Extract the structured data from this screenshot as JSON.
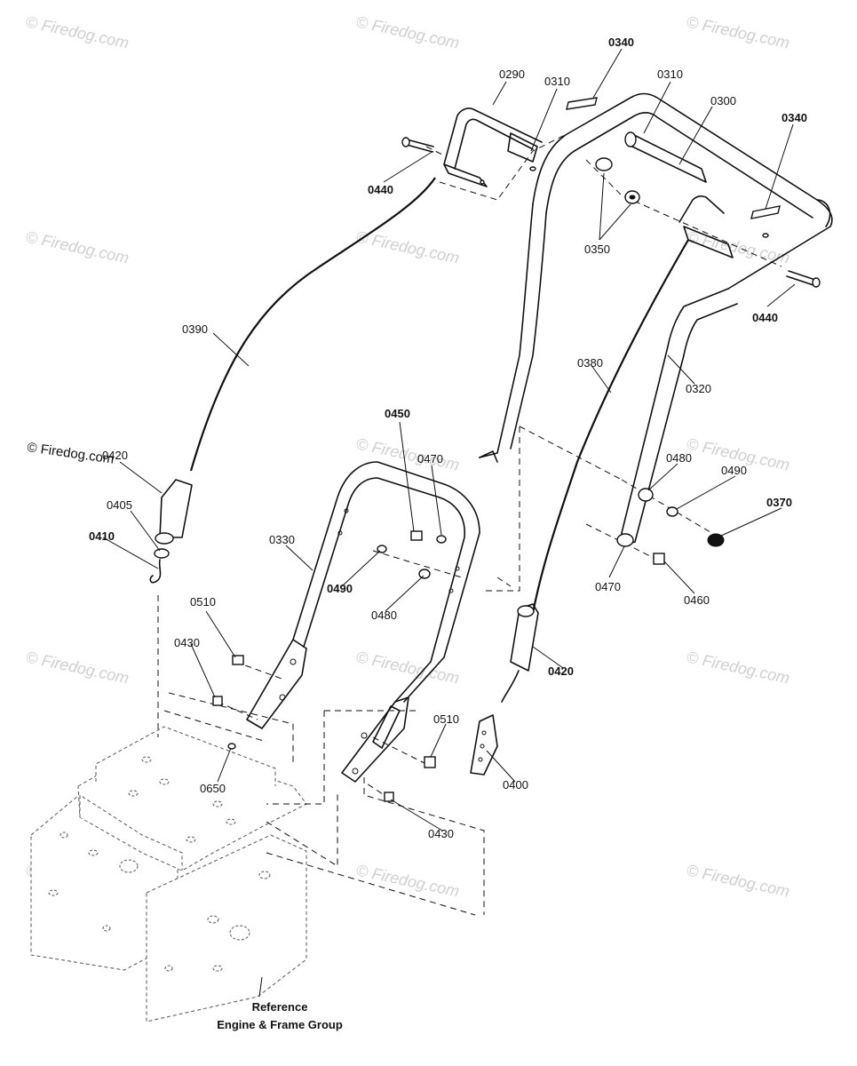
{
  "watermark": "© Firedog.com",
  "watermark_corner": "© Firedog.com",
  "reference_note": {
    "line1": "Reference",
    "line2": "Engine & Frame Group"
  },
  "labels": [
    {
      "id": "0290",
      "text": "0290"
    },
    {
      "id": "0310a",
      "text": "0310"
    },
    {
      "id": "0340a",
      "text": "0340"
    },
    {
      "id": "0310b",
      "text": "0310"
    },
    {
      "id": "0300",
      "text": "0300"
    },
    {
      "id": "0340b",
      "text": "0340"
    },
    {
      "id": "0440a",
      "text": "0440"
    },
    {
      "id": "0350",
      "text": "0350"
    },
    {
      "id": "0440b",
      "text": "0440"
    },
    {
      "id": "0390",
      "text": "0390"
    },
    {
      "id": "0380",
      "text": "0380"
    },
    {
      "id": "0320",
      "text": "0320"
    },
    {
      "id": "0420a",
      "text": "0420"
    },
    {
      "id": "0450",
      "text": "0450"
    },
    {
      "id": "0470a",
      "text": "0470"
    },
    {
      "id": "0480a",
      "text": "0480"
    },
    {
      "id": "0490a",
      "text": "0490"
    },
    {
      "id": "0370",
      "text": "0370"
    },
    {
      "id": "0405",
      "text": "0405"
    },
    {
      "id": "0410",
      "text": "0410"
    },
    {
      "id": "0330",
      "text": "0330"
    },
    {
      "id": "0490b",
      "text": "0490"
    },
    {
      "id": "0480b",
      "text": "0480"
    },
    {
      "id": "0470b",
      "text": "0470"
    },
    {
      "id": "0460",
      "text": "0460"
    },
    {
      "id": "0510a",
      "text": "0510"
    },
    {
      "id": "0430a",
      "text": "0430"
    },
    {
      "id": "0420b",
      "text": "0420"
    },
    {
      "id": "0650",
      "text": "0650"
    },
    {
      "id": "0510b",
      "text": "0510"
    },
    {
      "id": "0400",
      "text": "0400"
    },
    {
      "id": "0430b",
      "text": "0430"
    }
  ]
}
